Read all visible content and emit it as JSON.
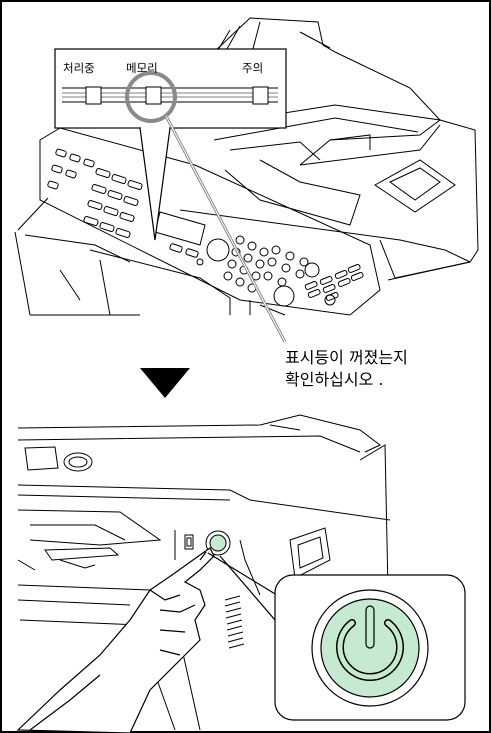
{
  "indicator_panel": {
    "labels": {
      "processing": "처리중",
      "memory": "메모리",
      "attention": "주의"
    }
  },
  "instruction": {
    "line1": "표시등이 꺼졌는지",
    "line2": "확인하십시오 ."
  },
  "icons": {
    "down_arrow": "down-triangle-icon",
    "power": "power-icon"
  },
  "colors": {
    "power_button_fill": "#c6ead0",
    "line": "#000000"
  }
}
